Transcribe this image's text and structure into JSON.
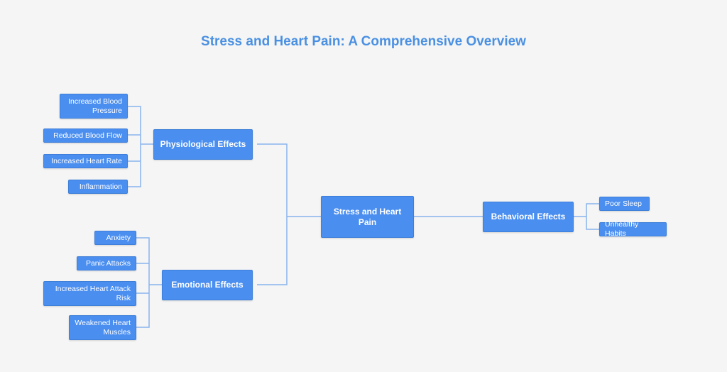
{
  "title": "Stress and Heart Pain: A Comprehensive Overview",
  "colors": {
    "node": "#4a8ef0",
    "line": "#8ab4ee",
    "title": "#4a90e2",
    "background": "#f5f5f5"
  },
  "center": "Stress and Heart Pain",
  "physiological": {
    "label": "Physiological Effects",
    "items": [
      "Increased Blood Pressure",
      "Reduced Blood Flow",
      "Increased Heart Rate",
      "Inflammation"
    ]
  },
  "emotional": {
    "label": "Emotional Effects",
    "items": [
      "Anxiety",
      "Panic Attacks",
      "Increased Heart Attack Risk",
      "Weakened Heart Muscles"
    ]
  },
  "behavioral": {
    "label": "Behavioral Effects",
    "items": [
      "Poor Sleep",
      "Unhealthy Habits"
    ]
  }
}
